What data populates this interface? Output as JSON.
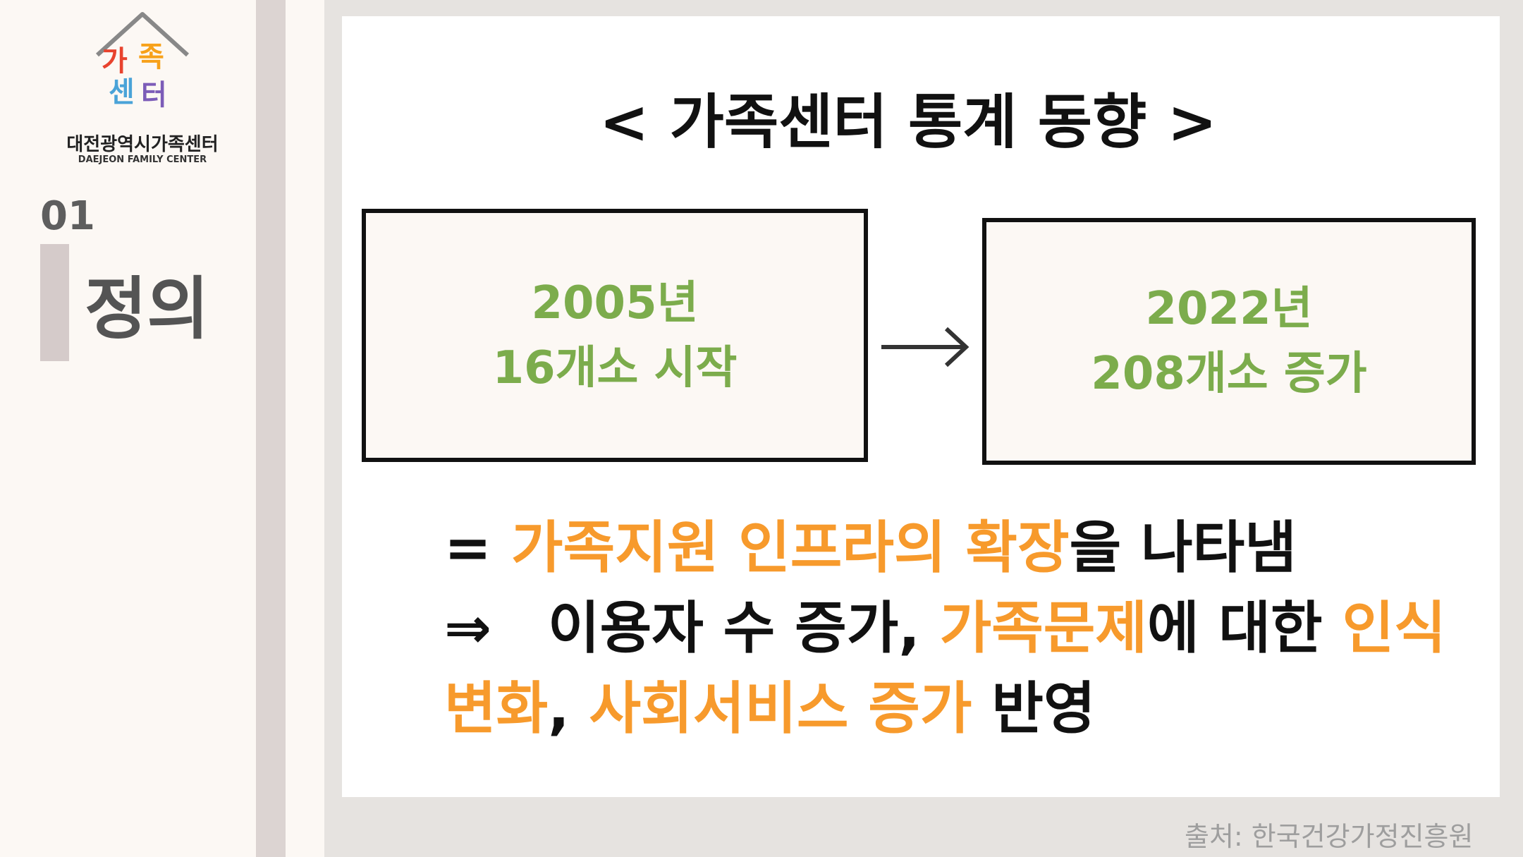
{
  "sidebar": {
    "logo_text": "가족센터",
    "org_name": "대전광역시가족센터",
    "org_name_en": "DAEJEON FAMILY CENTER",
    "section_number": "01",
    "section_title": "정의"
  },
  "main": {
    "title": "< 가족센터 통계 동향 >",
    "box_left": {
      "line1": "2005년",
      "line2": "16개소 시작"
    },
    "box_right": {
      "line1": "2022년",
      "line2": "208개소 증가"
    },
    "summary": {
      "l1_prefix": "= ",
      "l1_hl": "가족지원 인프라의 확장",
      "l1_suffix": "을 나타냄",
      "l2_arrow": "⇒",
      "l2_text": "이용자 수 증가, ",
      "l2_hl1": "가족문제",
      "l2_mid": "에 대한 ",
      "l2_hl2": "인식",
      "l3_hl1": "변화",
      "l3_sep": ", ",
      "l3_hl2": "사회서비스 증가",
      "l3_suffix": " 반영"
    },
    "source": "출처: 한국건강가정진흥원"
  },
  "colors": {
    "green": "#7cac4c",
    "orange": "#f79a2c",
    "panel": "#ffffff",
    "cream": "#fcf8f4"
  }
}
